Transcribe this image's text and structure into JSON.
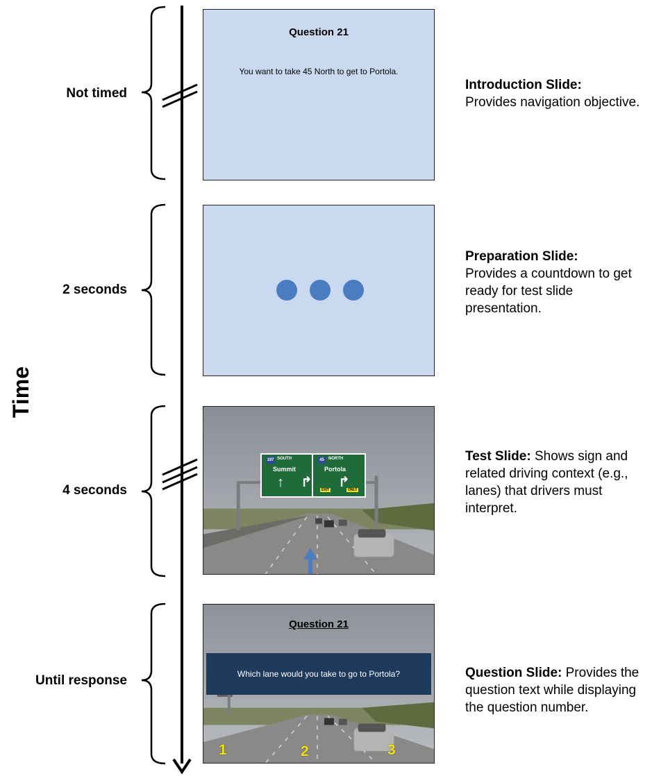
{
  "axis_label": "Time",
  "segments": [
    {
      "duration": "Not timed"
    },
    {
      "duration": "2 seconds"
    },
    {
      "duration": "4 seconds"
    },
    {
      "duration": "Until response"
    }
  ],
  "slide1": {
    "title": "Question 21",
    "text": "You want to take 45 North to get to Portola."
  },
  "slide3": {
    "sign_left_route": "SOUTH",
    "sign_left_shield": "197",
    "sign_left_city": "Summit",
    "sign_right_route": "NORTH",
    "sign_right_shield": "45",
    "sign_right_city": "Portola",
    "exit_label": "EXIT",
    "only_label": "ONLY"
  },
  "slide4": {
    "title": "Question 21",
    "question": "Which lane would you take to go to Portola?",
    "lanes": [
      "1",
      "2",
      "3"
    ]
  },
  "descriptions": [
    {
      "heading": "Introduction Slide:",
      "text": "Provides navigation objective."
    },
    {
      "heading": "Preparation Slide:",
      "text": "Provides a countdown to get ready for test slide presentation."
    },
    {
      "heading": "Test Slide:",
      "text": " Shows sign and related driving context (e.g., lanes) that drivers must interpret."
    },
    {
      "heading": "Question Slide:",
      "text": " Provides the question text while displaying the question number."
    }
  ],
  "colors": {
    "slide_blue": "#c9d9f0",
    "dot_blue": "#4a7cc2",
    "sign_green": "#1f6b3a",
    "banner_navy": "#1e3b5e",
    "lane_yellow": "#f1e21b"
  }
}
